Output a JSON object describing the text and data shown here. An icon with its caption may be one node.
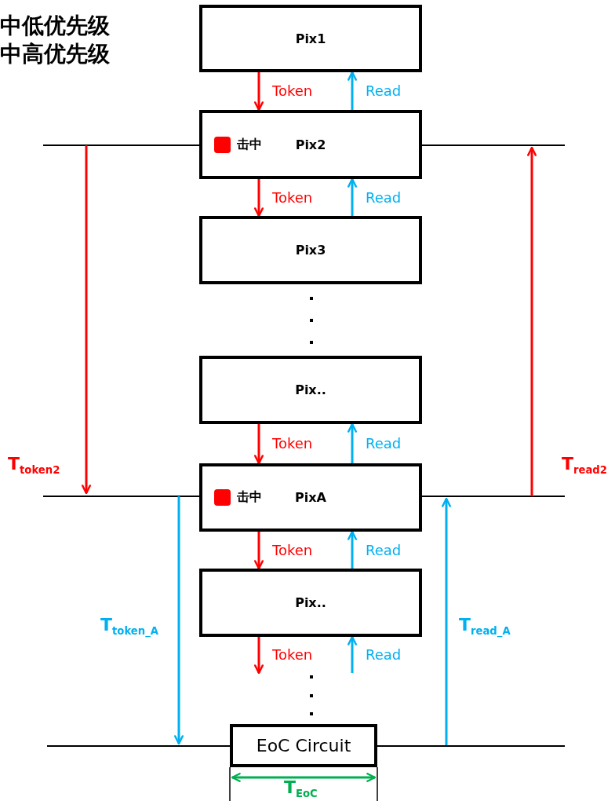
{
  "diagram": {
    "nodes": [
      {
        "text": [
          "Pix1"
        ]
      },
      {
        "text": [
          "击中",
          "Pix2"
        ]
      },
      {
        "text": [
          "Pix3"
        ]
      },
      {
        "text": [
          "Pix.."
        ]
      },
      {
        "text": [
          "击中",
          "PixA"
        ]
      },
      {
        "text": [
          "Pix.."
        ]
      },
      {
        "text": [
          "EoC Circuit"
        ]
      }
    ],
    "edges": [
      {
        "from": 0,
        "to": 1,
        "arrow": "to",
        "label": "Token",
        "color": "#ff0000"
      },
      {
        "from": 1,
        "to": 0,
        "arrow": "to",
        "label": "Read",
        "color": "#00b0f0"
      },
      {
        "from": 1,
        "to": 2,
        "arrow": "to",
        "label": "Token",
        "color": "#ff0000"
      },
      {
        "from": 2,
        "to": 1,
        "arrow": "to",
        "label": "Read",
        "color": "#00b0f0"
      },
      {
        "from": 3,
        "to": 4,
        "arrow": "to",
        "label": "Token",
        "color": "#ff0000"
      },
      {
        "from": 4,
        "to": 3,
        "arrow": "to",
        "label": "Read",
        "color": "#00b0f0"
      },
      {
        "from": 4,
        "to": 5,
        "arrow": "to",
        "label": "Token",
        "color": "#ff0000"
      },
      {
        "from": 5,
        "to": 4,
        "arrow": "to",
        "label": "Read",
        "color": "#00b0f0"
      },
      {
        "from": 5,
        "to": null,
        "arrow": "to",
        "label": "Token",
        "color": "#ff0000"
      },
      {
        "from": null,
        "to": 5,
        "arrow": "to",
        "label": "Read",
        "color": "#00b0f0"
      }
    ],
    "labels": [
      "中低优先级",
      "中高优先级",
      "T$_{token2}$",
      "T$_{read2}$",
      "T$_{token_A}$",
      "T$_{read_A}$",
      "T$_{EoC}$"
    ]
  }
}
